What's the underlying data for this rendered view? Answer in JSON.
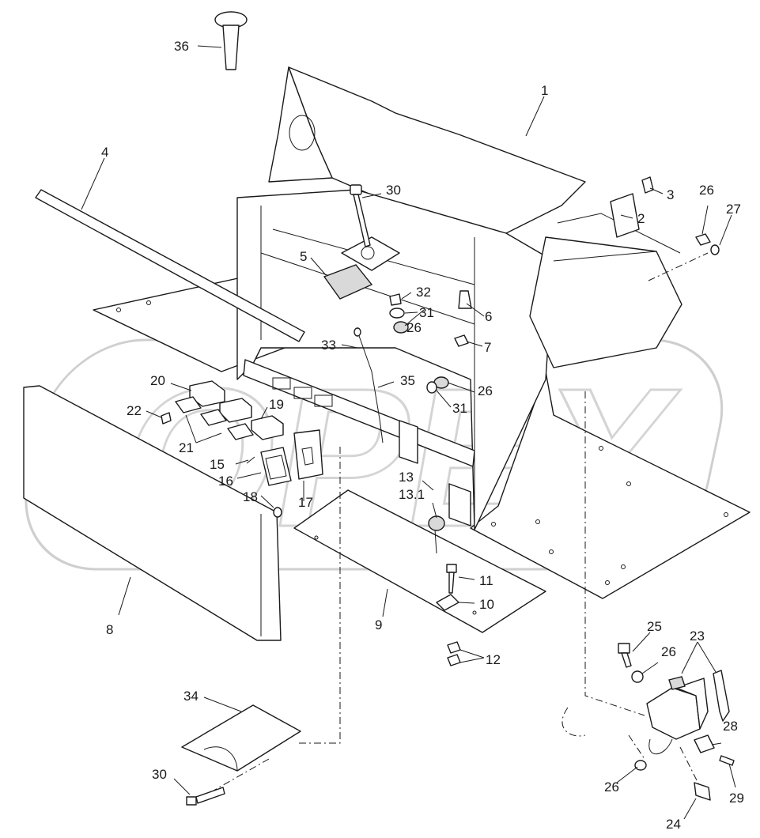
{
  "callouts": [
    {
      "id": "c1",
      "label": "1"
    },
    {
      "id": "c2",
      "label": "2"
    },
    {
      "id": "c3",
      "label": "3"
    },
    {
      "id": "c4",
      "label": "4"
    },
    {
      "id": "c5",
      "label": "5"
    },
    {
      "id": "c6",
      "label": "6"
    },
    {
      "id": "c7",
      "label": "7"
    },
    {
      "id": "c8",
      "label": "8"
    },
    {
      "id": "c9",
      "label": "9"
    },
    {
      "id": "c10",
      "label": "10"
    },
    {
      "id": "c11",
      "label": "11"
    },
    {
      "id": "c12",
      "label": "12"
    },
    {
      "id": "c13",
      "label": "13"
    },
    {
      "id": "c13_1",
      "label": "13.1"
    },
    {
      "id": "c15",
      "label": "15"
    },
    {
      "id": "c16",
      "label": "16"
    },
    {
      "id": "c17",
      "label": "17"
    },
    {
      "id": "c18",
      "label": "18"
    },
    {
      "id": "c19",
      "label": "19"
    },
    {
      "id": "c20",
      "label": "20"
    },
    {
      "id": "c21",
      "label": "21"
    },
    {
      "id": "c22",
      "label": "22"
    },
    {
      "id": "c23",
      "label": "23"
    },
    {
      "id": "c24",
      "label": "24"
    },
    {
      "id": "c25",
      "label": "25"
    },
    {
      "id": "c26a",
      "label": "26"
    },
    {
      "id": "c26b",
      "label": "26"
    },
    {
      "id": "c26c",
      "label": "26"
    },
    {
      "id": "c26d",
      "label": "26"
    },
    {
      "id": "c26e",
      "label": "26"
    },
    {
      "id": "c27",
      "label": "27"
    },
    {
      "id": "c28",
      "label": "28"
    },
    {
      "id": "c29",
      "label": "29"
    },
    {
      "id": "c30a",
      "label": "30"
    },
    {
      "id": "c30b",
      "label": "30"
    },
    {
      "id": "c31a",
      "label": "31"
    },
    {
      "id": "c31b",
      "label": "31"
    },
    {
      "id": "c32",
      "label": "32"
    },
    {
      "id": "c33",
      "label": "33"
    },
    {
      "id": "c34",
      "label": "34"
    },
    {
      "id": "c35",
      "label": "35"
    },
    {
      "id": "c36",
      "label": "36"
    }
  ],
  "watermark": {
    "text": "OPEX"
  }
}
